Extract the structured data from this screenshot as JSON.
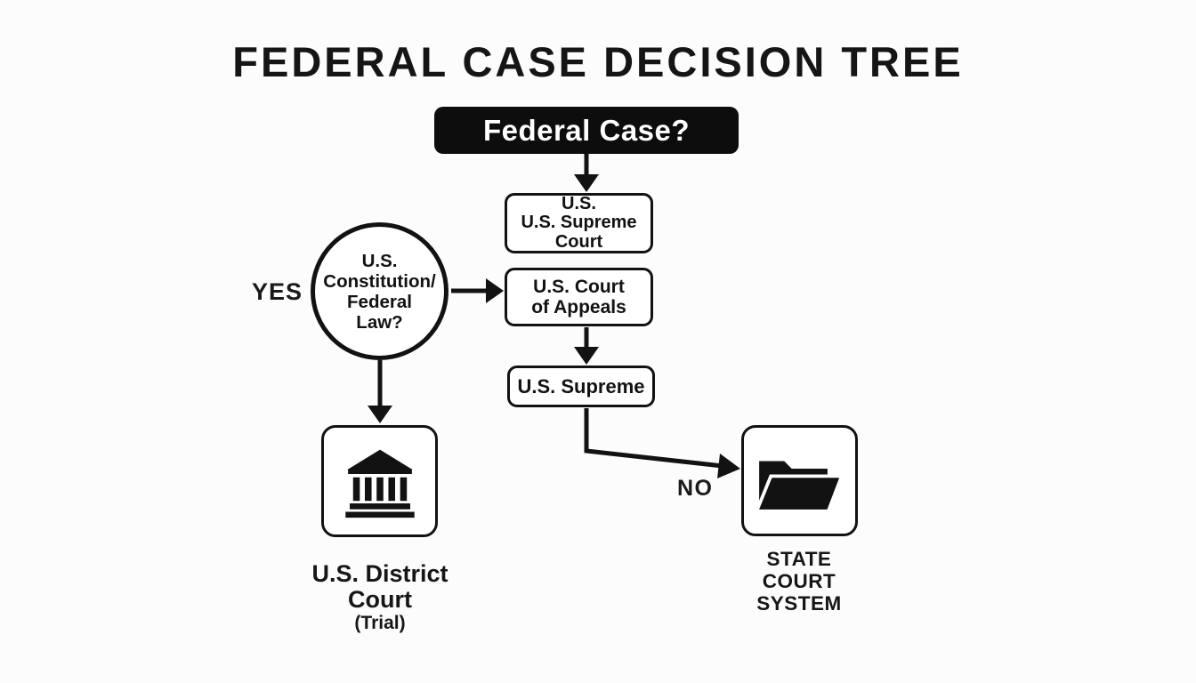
{
  "title": "FEDERAL CASE DECISION TREE",
  "root": {
    "label": "Federal Case?"
  },
  "boxes": {
    "supreme_court": {
      "lines": [
        "U.S.",
        "U.S. Supreme",
        "Court"
      ]
    },
    "court_of_appeals": {
      "lines": [
        "U.S. Court",
        "of Appeals"
      ]
    },
    "supreme": {
      "label": "U.S. Supreme"
    }
  },
  "decision": {
    "lines": [
      "U.S.",
      "Constitution/",
      "Federal",
      "Law?"
    ]
  },
  "branch_labels": {
    "yes": "YES",
    "no": "NO"
  },
  "district_court": {
    "icon": "courthouse-icon",
    "lines": [
      "U.S. District",
      "Court"
    ],
    "subtitle": "(Trial)"
  },
  "state_court": {
    "icon": "open-folder-icon",
    "lines": [
      "STATE",
      "COURT",
      "SYSTEM"
    ]
  },
  "colors": {
    "ink": "#121212",
    "node_fill": "#ffffff",
    "root_fill": "#0d0d0d",
    "root_text": "#ffffff",
    "background": "#fcfcfc"
  }
}
